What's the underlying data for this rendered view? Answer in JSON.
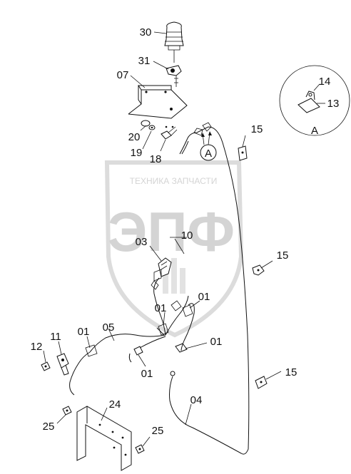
{
  "watermark": {
    "brand_text": "ТЕХНИКА ЗАПЧАСТИ",
    "logo_text": "ЭПФ"
  },
  "detail_view": {
    "label": "A",
    "callout_label": "A",
    "parts": [
      "14",
      "13"
    ]
  },
  "callouts": {
    "p30": "30",
    "p31": "31",
    "p07": "07",
    "p20": "20",
    "p19": "19",
    "p18": "18",
    "p15_top": "15",
    "p15_mid": "15",
    "p15_low": "15",
    "p03": "03",
    "p10": "10",
    "p01_right": "01",
    "p01_center": "01",
    "p01_left": "01",
    "p01_mid": "01",
    "p01_low": "01",
    "p05": "05",
    "p11": "11",
    "p12": "12",
    "p04": "04",
    "p24": "24",
    "p25_left": "25",
    "p25_right": "25"
  }
}
